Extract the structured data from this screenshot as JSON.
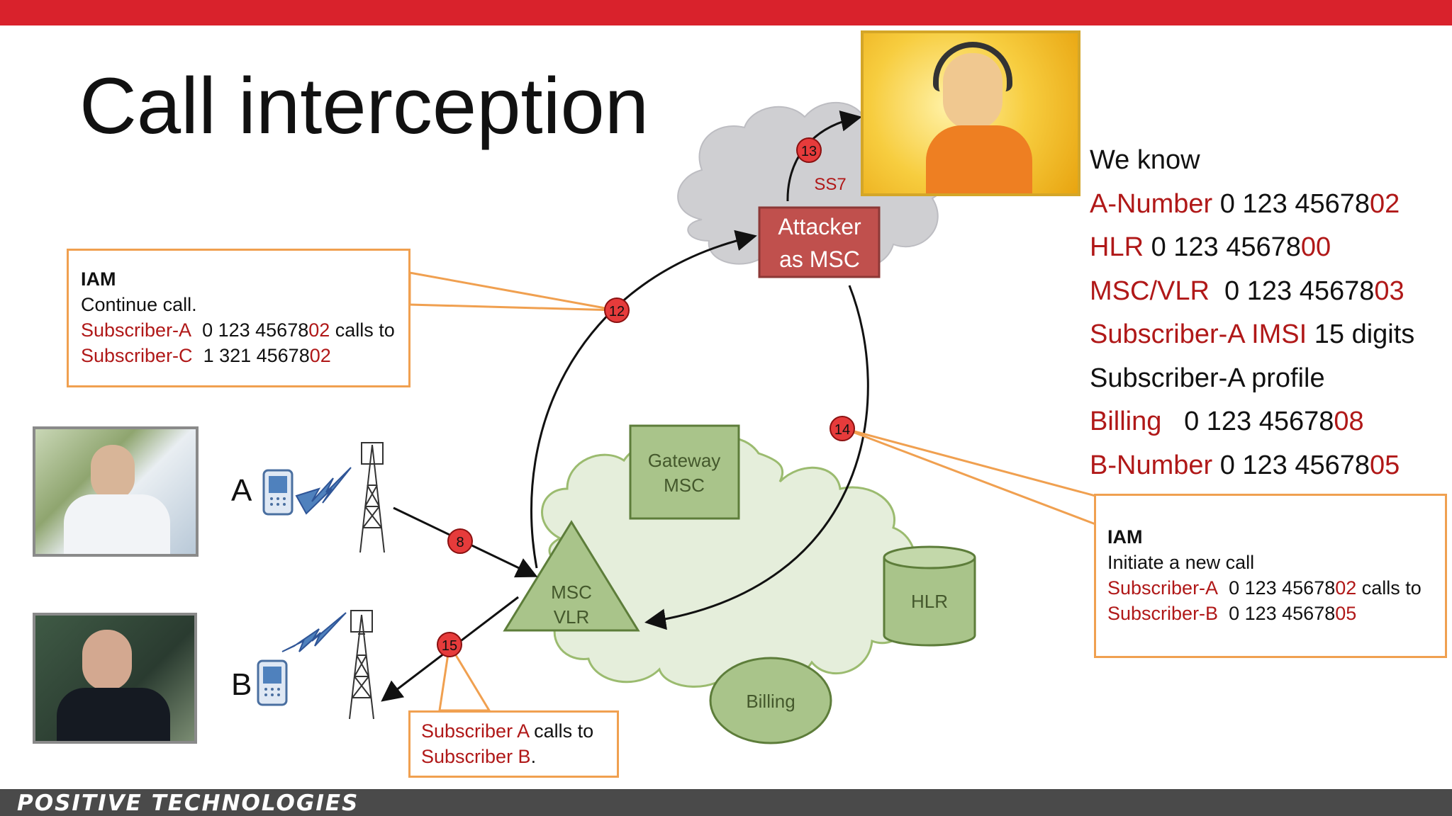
{
  "title": "Call interception",
  "brand": "POSITIVE TECHNOLOGIES",
  "colors": {
    "accent_red": "#d9222c",
    "text_red": "#b01818",
    "callout_border": "#f0a050",
    "green_fill": "#a9c48a",
    "green_stroke": "#5d7d3a"
  },
  "nodes": {
    "attacker_line1": "Attacker",
    "attacker_line2": "as MSC",
    "ss7": "SS7",
    "gateway_line1": "Gateway",
    "gateway_line2": "MSC",
    "msc_line1": "MSC",
    "msc_line2": "VLR",
    "hlr": "HLR",
    "billing": "Billing"
  },
  "subscribers": {
    "a": "A",
    "b": "B"
  },
  "steps": {
    "s8": "8",
    "s12": "12",
    "s13": "13",
    "s14": "14",
    "s15": "15"
  },
  "callout_12": {
    "heading": "IAM",
    "line1": "Continue call.",
    "line2_label": "Subscriber-A",
    "line2_num": "0 123 45678",
    "line2_suffix": "02",
    "line2_tail": " calls to",
    "line3_label": "Subscriber-C",
    "line3_num": "1 321 45678",
    "line3_suffix": "02"
  },
  "callout_14": {
    "heading": "IAM",
    "line1": "Initiate a new call",
    "line2_label": "Subscriber-A",
    "line2_num": "0 123 45678",
    "line2_suffix": "02",
    "line2_tail": " calls to",
    "line3_label": "Subscriber-B",
    "line3_num": "0 123 45678",
    "line3_suffix": "05"
  },
  "callout_15": {
    "line1_label": "Subscriber A",
    "line1_tail": " calls to",
    "line2_label": "Subscriber B",
    "line2_tail": "."
  },
  "we_know": {
    "heading": "We know",
    "items": [
      {
        "label": "A-Number",
        "value": " 0 123 45678",
        "suffix": "02"
      },
      {
        "label": "HLR",
        "value": " 0 123 45678",
        "suffix": "00"
      },
      {
        "label": "MSC/VLR",
        "value": "  0 123 45678",
        "suffix": "03"
      },
      {
        "label": "Subscriber-A IMSI",
        "value": " 15 digits",
        "suffix": ""
      },
      {
        "label": "",
        "value": "Subscriber-A profile",
        "suffix": ""
      },
      {
        "label": "Billing",
        "value": "   0 123 45678",
        "suffix": "08"
      },
      {
        "label": "B-Number",
        "value": " 0 123 45678",
        "suffix": "05"
      }
    ]
  }
}
